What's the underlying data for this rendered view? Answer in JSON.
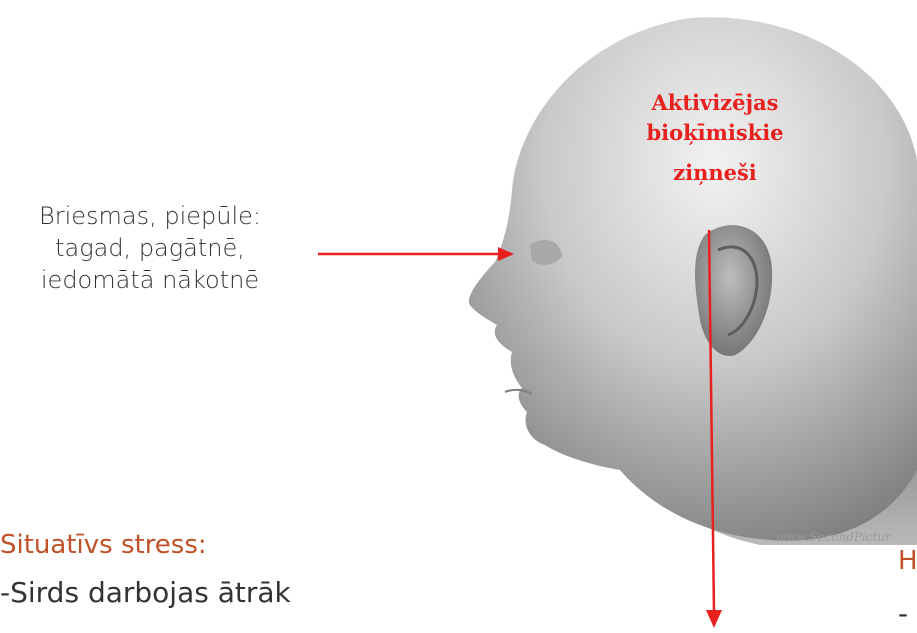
{
  "left_caption": {
    "line1": "Briesmas, piepūle:",
    "line2": "tagad, pagātnē,",
    "line3": "iedomātā nākotnē"
  },
  "center_label": {
    "line1": "Aktivizējas",
    "line2": "bioķīmiskie",
    "line3": "ziņneši"
  },
  "situational": {
    "heading": "Situatīvs stress:",
    "bullet": "-Sirds darbojas ātrāk"
  },
  "watermark": "www.SecondPictur",
  "right_fragment": {
    "heading": "H",
    "bullet": "-"
  },
  "colors": {
    "arrow": "#e8201e",
    "heading": "#c0522a",
    "body_text": "#333333"
  }
}
